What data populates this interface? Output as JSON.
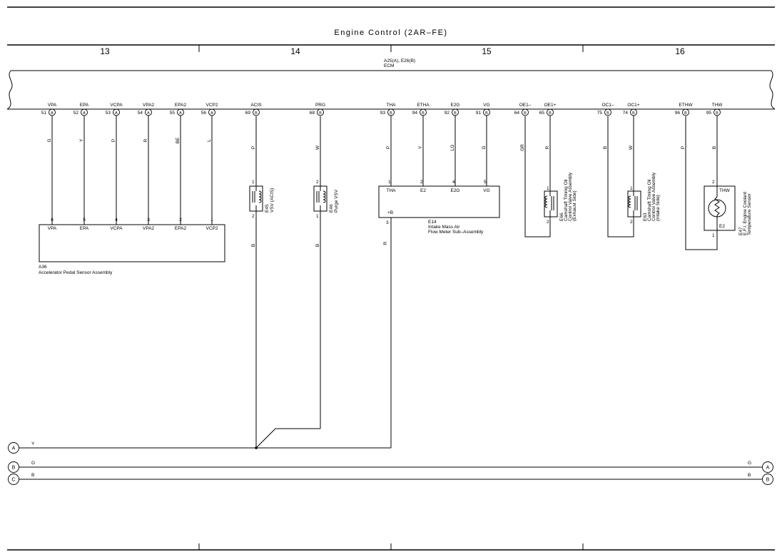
{
  "title": "Engine Control (2AR–FE)",
  "sections": [
    "13",
    "14",
    "15",
    "16"
  ],
  "ecm": {
    "connector": "A25(A), E26(B)",
    "name": "ECM"
  },
  "ecm_pins": [
    {
      "name": "VPA",
      "num": "51",
      "conn": "A",
      "wire": "G"
    },
    {
      "name": "EPA",
      "num": "52",
      "conn": "A",
      "wire": "Y"
    },
    {
      "name": "VCPA",
      "num": "53",
      "conn": "A",
      "wire": "P"
    },
    {
      "name": "VPA2",
      "num": "54",
      "conn": "A",
      "wire": "R"
    },
    {
      "name": "EPA2",
      "num": "55",
      "conn": "A",
      "wire": "BE"
    },
    {
      "name": "VCP2",
      "num": "56",
      "conn": "A",
      "wire": "L"
    },
    {
      "name": "ACIS",
      "num": "69",
      "conn": "B",
      "wire": "P"
    },
    {
      "name": "PRG",
      "num": "68",
      "conn": "B",
      "wire": "W"
    },
    {
      "name": "THA",
      "num": "93",
      "conn": "B",
      "wire": "P"
    },
    {
      "name": "ETHA",
      "num": "94",
      "conn": "B",
      "wire": "Y"
    },
    {
      "name": "E2G",
      "num": "92",
      "conn": "B",
      "wire": "LG"
    },
    {
      "name": "VG",
      "num": "91",
      "conn": "B",
      "wire": "G"
    },
    {
      "name": "OE1–",
      "num": "64",
      "conn": "B",
      "wire": "GR"
    },
    {
      "name": "OE1+",
      "num": "65",
      "conn": "B",
      "wire": "R"
    },
    {
      "name": "OC1–",
      "num": "75",
      "conn": "B",
      "wire": "B"
    },
    {
      "name": "OC1+",
      "num": "74",
      "conn": "B",
      "wire": "W"
    },
    {
      "name": "ETHW",
      "num": "96",
      "conn": "B",
      "wire": "P"
    },
    {
      "name": "THW",
      "num": "95",
      "conn": "B",
      "wire": "B"
    }
  ],
  "accel": {
    "id": "A36",
    "name": "Accelerator Pedal Sensor Assembly",
    "pins": [
      {
        "num": "6",
        "name": "VPA"
      },
      {
        "num": "5",
        "name": "EPA"
      },
      {
        "num": "4",
        "name": "VCPA"
      },
      {
        "num": "3",
        "name": "VPA2"
      },
      {
        "num": "2",
        "name": "EPA2"
      },
      {
        "num": "1",
        "name": "VCP2"
      }
    ]
  },
  "vsv_acis": {
    "id": "E45",
    "name": "VSV (ACIS)",
    "pin_top": "1",
    "pin_bottom": "2",
    "wire_below": "B"
  },
  "purge_vsv": {
    "id": "E46",
    "name": "Purge VSV",
    "pin_top": "2",
    "pin_bottom": "1",
    "wire_below": "B"
  },
  "maf": {
    "id": "E14",
    "line1": "Intake Mass Air",
    "line2": "Flow Meter Sub–Assembly",
    "pins": [
      {
        "num": "1",
        "name": "THA"
      },
      {
        "num": "2",
        "name": "E2"
      },
      {
        "num": "4",
        "name": "E2G"
      },
      {
        "num": "5",
        "name": "VG"
      }
    ],
    "plus_b": "+B",
    "pin3": "3",
    "wire_below": "R"
  },
  "ocv_ex": {
    "id": "E66",
    "line1": "Camshaft Timing Oil",
    "line2": "Control Valve Assembly",
    "line3": "(Exhaust Side)",
    "pin_top": "1",
    "pin_bottom": "2"
  },
  "ocv_in": {
    "id": "E63",
    "line1": "Camshaft Timing Oil",
    "line2": "Control Valve Assembly",
    "line3": "(Intake Side)",
    "pin_top": "1",
    "pin_bottom": "2"
  },
  "ect": {
    "id": "E47",
    "line1": "E.F.I. Engine Coolant",
    "line2": "Temperature Sensor",
    "pin_top": "2",
    "pin_bottom": "1",
    "label_top": "THW",
    "label_bottom": "E2"
  },
  "buses": [
    {
      "left": "A",
      "left_wire": "Y",
      "right": "",
      "right_wire": ""
    },
    {
      "left": "B",
      "left_wire": "G",
      "right": "A",
      "right_wire": "G"
    },
    {
      "left": "C",
      "left_wire": "B",
      "right": "B",
      "right_wire": "B"
    }
  ]
}
